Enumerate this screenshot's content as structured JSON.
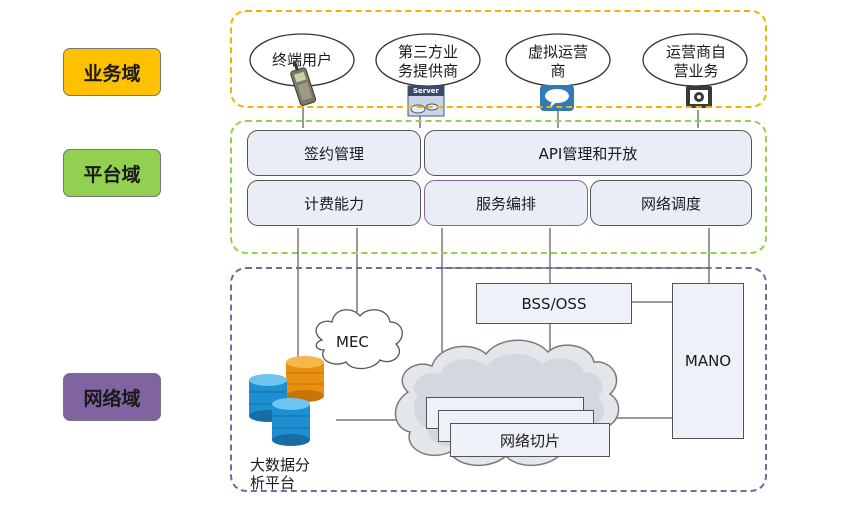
{
  "domains": {
    "business": {
      "label": "业务域",
      "color": "#ffc000",
      "border_color": "#f0b400"
    },
    "platform": {
      "label": "平台域",
      "color": "#92d050",
      "border_color": "#92d050"
    },
    "network": {
      "label": "网络域",
      "color": "#8064a2",
      "border_color": "#8064a2"
    }
  },
  "business": {
    "items": [
      {
        "label": "终端用户",
        "icon": "mobile-phone-icon"
      },
      {
        "label": "第三方业务提供商",
        "icon": "server-icon"
      },
      {
        "label": "虚拟运营商",
        "icon": "chat-bubble-icon"
      },
      {
        "label": "运营商自营业务",
        "icon": "projector-icon"
      }
    ],
    "server_badge": "Server"
  },
  "platform": {
    "contract_mgmt": "签约管理",
    "api_mgmt": "API管理和开放",
    "billing": "计费能力",
    "orchestration": "服务编排",
    "network_scheduling": "网络调度"
  },
  "network": {
    "bss_oss": "BSS/OSS",
    "mano": "MANO",
    "mec": "MEC",
    "network_slice": "网络切片",
    "big_data": "大数据分析平台",
    "icon": "database-stack-icon"
  }
}
